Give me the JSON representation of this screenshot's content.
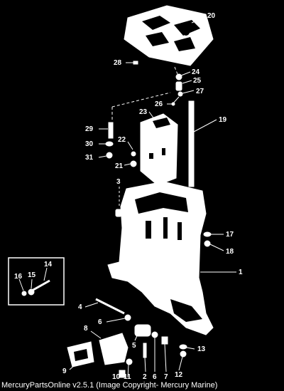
{
  "diagram": {
    "callouts": [
      "1",
      "2",
      "3",
      "4",
      "5",
      "6",
      "7",
      "8",
      "9",
      "10",
      "11",
      "12",
      "13",
      "14",
      "15",
      "16",
      "17",
      "18",
      "19",
      "20",
      "21",
      "22",
      "23",
      "24",
      "25",
      "26",
      "27",
      "28",
      "29",
      "30",
      "31"
    ],
    "inset_callouts": [
      "16",
      "15",
      "14"
    ]
  },
  "footer": {
    "text": "MercuryPartsOnline v2.5.1 (Image Copyright- Mercury Marine)"
  },
  "colors": {
    "background": "#000000",
    "foreground": "#ffffff"
  }
}
